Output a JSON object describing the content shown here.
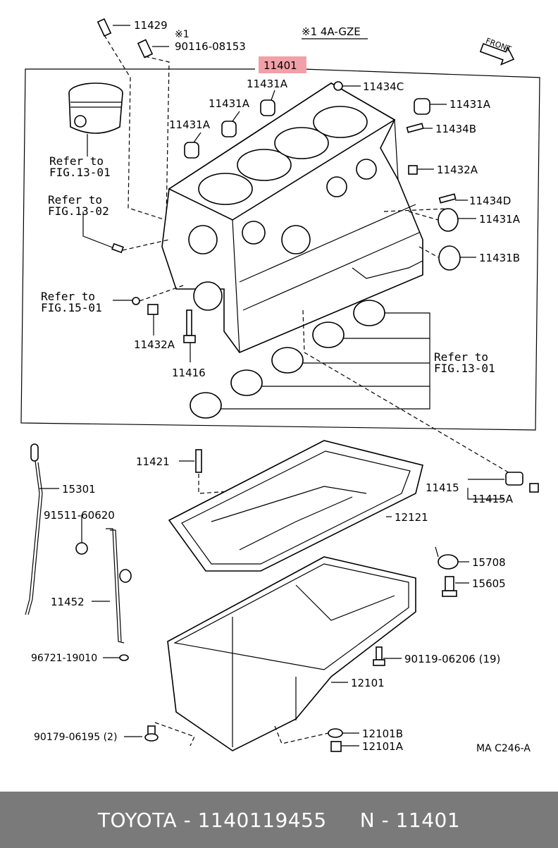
{
  "diagram": {
    "engine_note": "※1 4A-GZE",
    "direction_label": "FRONT",
    "highlight_color": "#f2a0a8",
    "highlighted_part": "11401",
    "drawing_code": "MA C246-A",
    "labels": {
      "p11429": "11429",
      "note1": "※1",
      "p90116": "90116-08153",
      "p11401": "11401",
      "p11431A_1": "11431A",
      "p11434C": "11434C",
      "p11431A_2": "11431A",
      "p11431A_3": "11431A",
      "p11431A_4": "11431A",
      "p11434B": "11434B",
      "p11432A_1": "11432A",
      "p11434D": "11434D",
      "p11431A_5": "11431A",
      "p11431B": "11431B",
      "p11432A_2": "11432A",
      "p11416": "11416",
      "p11421": "11421",
      "p15301": "15301",
      "p91511": "91511-60620",
      "p11452": "11452",
      "p96721": "96721-19010",
      "p11415": "11415",
      "p11415A": "11415A",
      "p12121": "12121",
      "p15708": "15708",
      "p15605": "15605",
      "p90119": "90119-06206 (19)",
      "p12101": "12101",
      "p90179": "90179-06195 (2)",
      "p12101B": "12101B",
      "p12101A": "12101A"
    },
    "refs": {
      "ref1_a": "Refer to",
      "ref1_b": "FIG.13-01",
      "ref2_a": "Refer to",
      "ref2_b": "FIG.13-02",
      "ref3_a": "Refer to",
      "ref3_b": "FIG.15-01",
      "ref4_a": "Refer to",
      "ref4_b": "FIG.13-01"
    }
  },
  "footer": {
    "text": "TOYOTA - 1140119455     N - 11401"
  }
}
